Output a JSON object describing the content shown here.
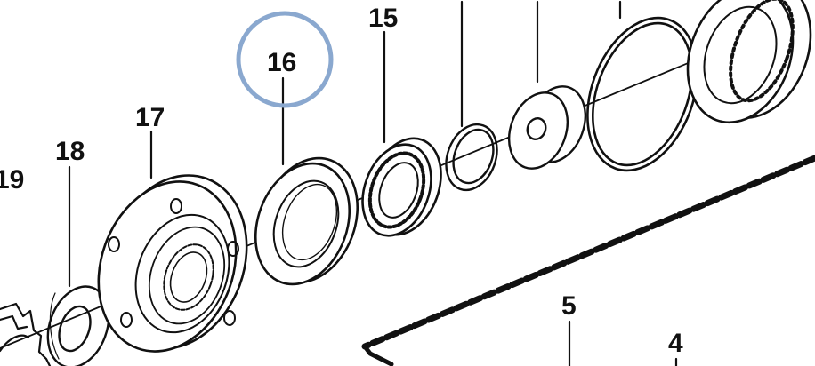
{
  "callouts": {
    "c19": "19",
    "c18": "18",
    "c17": "17",
    "c16": "16",
    "c15": "15",
    "c5": "5",
    "c4": "4"
  },
  "highlight": {
    "target": "16",
    "color": "#8aa8cf"
  },
  "colors": {
    "ink": "#111111",
    "paper": "#ffffff",
    "shade": "#d9d9d9"
  }
}
